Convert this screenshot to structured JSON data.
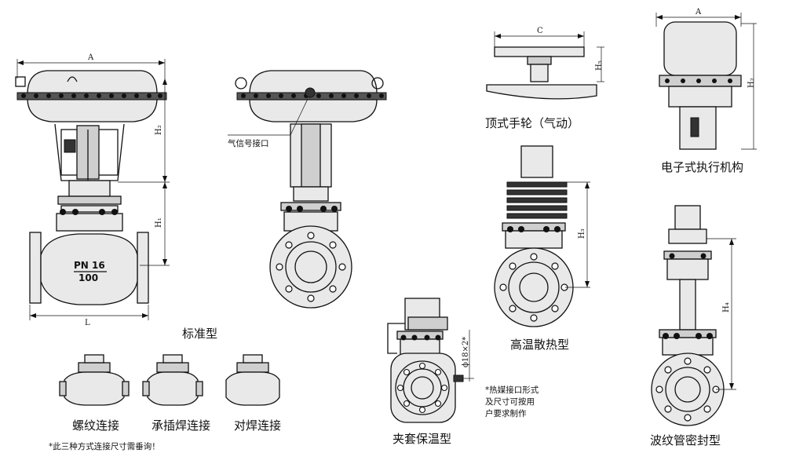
{
  "labels": {
    "standard": "标准型",
    "air_port": "气信号接口",
    "top_handwheel": "顶式手轮（气动）",
    "electronic": "电子式执行机构",
    "high_temp": "高温散热型",
    "bellows": "波纹管密封型",
    "jacket": "夹套保温型",
    "thread": "螺纹连接",
    "socket_weld": "承插焊连接",
    "butt_weld": "对焊连接",
    "note_three": "*此三种方式连接尺寸需垂询！",
    "note_heat_1": "*热媒接口形式",
    "note_heat_2": "及尺寸可按用",
    "note_heat_3": "户要求制作",
    "pn_top": "PN 16",
    "pn_bottom": "100"
  },
  "dimensions": {
    "A": "A",
    "L": "L",
    "H1": "H₁",
    "H2": "H₂",
    "H3": "H₃",
    "H4": "H₄",
    "H5": "H₅",
    "C": "C",
    "A2": "A",
    "H2b": "H₂",
    "phi": "ϕ18×2*"
  }
}
